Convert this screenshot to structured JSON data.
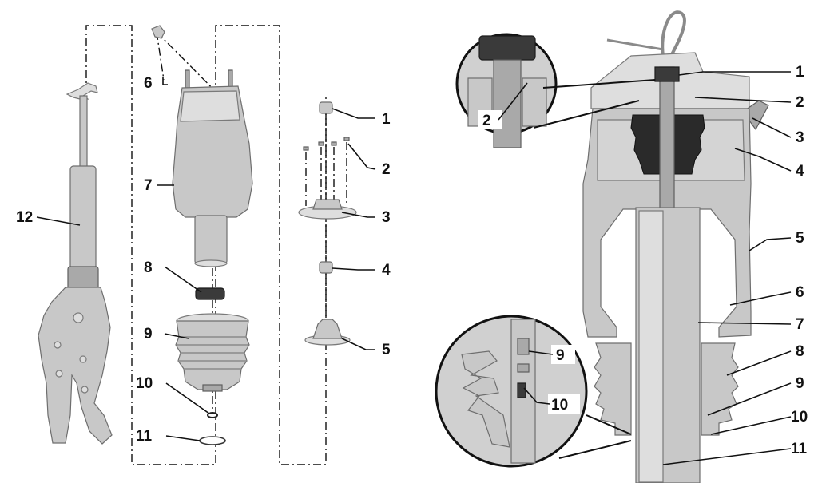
{
  "left_diagram": {
    "callouts": [
      "1",
      "2",
      "3",
      "4",
      "5",
      "6",
      "7",
      "8",
      "9",
      "10",
      "11",
      "12"
    ]
  },
  "right_diagram": {
    "callouts": [
      "1",
      "2",
      "3",
      "4",
      "5",
      "6",
      "7",
      "8",
      "9",
      "10",
      "11"
    ],
    "detail_top_callouts": [
      "2"
    ],
    "detail_bottom_callouts": [
      "9",
      "10"
    ]
  }
}
